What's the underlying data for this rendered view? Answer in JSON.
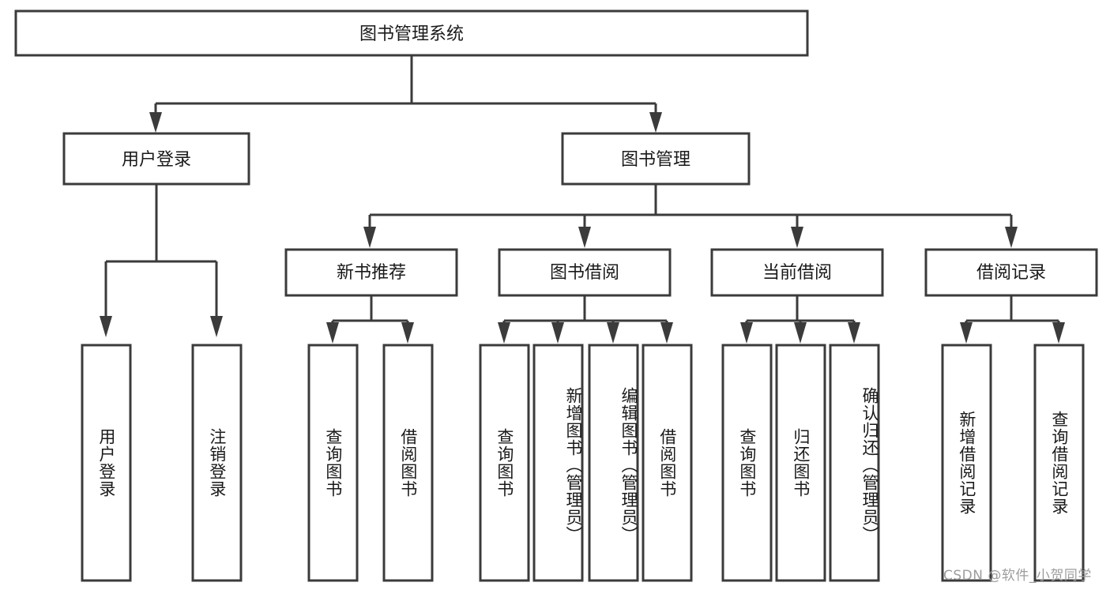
{
  "diagram": {
    "type": "tree-hierarchy",
    "title": "图书管理系统",
    "colors": {
      "box_stroke": "#3b3b3b",
      "box_fill": "#ffffff",
      "text": "#1a1a1a",
      "background": "#ffffff",
      "watermark": "#9d9d9d"
    },
    "root": {
      "label": "图书管理系统"
    },
    "level2": [
      {
        "label": "用户登录"
      },
      {
        "label": "图书管理"
      }
    ],
    "level3": [
      {
        "label": "新书推荐"
      },
      {
        "label": "图书借阅"
      },
      {
        "label": "当前借阅"
      },
      {
        "label": "借阅记录"
      }
    ],
    "leaves": [
      {
        "label": "用户登录",
        "parent": "用户登录"
      },
      {
        "label": "注销登录",
        "parent": "用户登录"
      },
      {
        "label": "查询图书",
        "parent": "新书推荐"
      },
      {
        "label": "借阅图书",
        "parent": "新书推荐"
      },
      {
        "label": "查询图书",
        "parent": "图书借阅"
      },
      {
        "label": "新增图书（管理员）",
        "parent": "图书借阅"
      },
      {
        "label": "编辑图书（管理员）",
        "parent": "图书借阅"
      },
      {
        "label": "借阅图书",
        "parent": "图书借阅"
      },
      {
        "label": "查询图书",
        "parent": "当前借阅"
      },
      {
        "label": "归还图书",
        "parent": "当前借阅"
      },
      {
        "label": "确认归还（管理员）",
        "parent": "当前借阅"
      },
      {
        "label": "新增借阅记录",
        "parent": "借阅记录"
      },
      {
        "label": "查询借阅记录",
        "parent": "借阅记录"
      }
    ]
  },
  "watermark": {
    "text": "CSDN @软件_小贺同学"
  }
}
